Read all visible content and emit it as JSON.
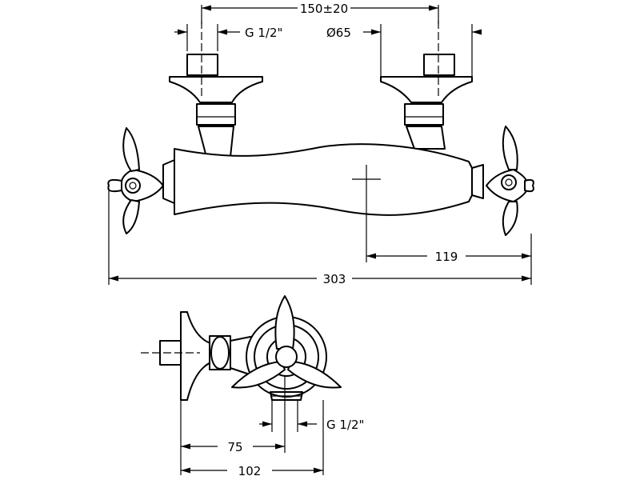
{
  "dimensions": {
    "spacing": "150±20",
    "thread_top": "G 1/2\"",
    "diameter": "Ø65",
    "offset_right": "119",
    "overall_width": "303",
    "depth_to_axis": "75",
    "depth_total": "102",
    "thread_bottom": "G 1/2\""
  }
}
